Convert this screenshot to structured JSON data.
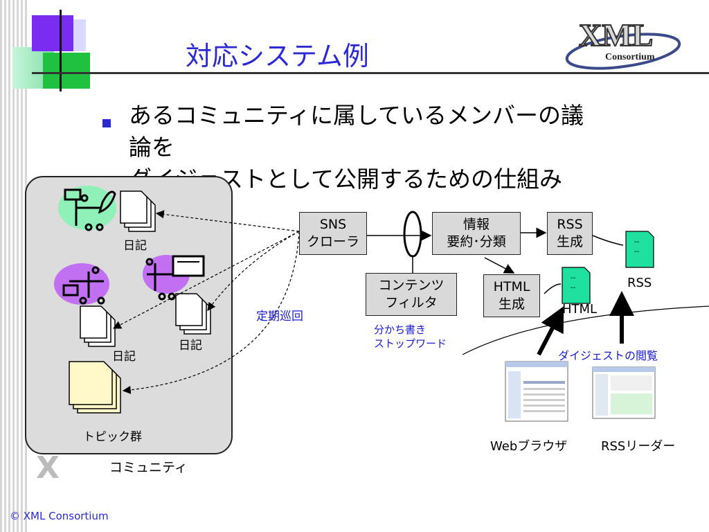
{
  "slide": {
    "title": "対応システム例",
    "bullet_line1": "あるコミュニティに属しているメンバーの議",
    "bullet_line2": "論を",
    "bullet_line3": "ダイジェストとして公開するための仕組み",
    "copyright": "© XML Consortium"
  },
  "logo": {
    "text_main": "XML",
    "text_sub": "Consortium"
  },
  "diagram": {
    "community_label": "コミュニティ",
    "diary_label_1": "日記",
    "diary_label_2": "日記",
    "diary_label_3": "日記",
    "topic_label": "トピック群",
    "patrol_label": "定期巡回",
    "sns_line1": "SNS",
    "sns_line2": "クローラ",
    "filter_line1": "コンテンツ",
    "filter_line2": "フィルタ",
    "filter_note_line1": "分かち書き",
    "filter_note_line2": "ストップワード",
    "info_line1": "情報",
    "info_line2": "要約･分類",
    "rss_gen_line1": "RSS",
    "rss_gen_line2": "生成",
    "html_gen_line1": "HTML",
    "html_gen_line2": "生成",
    "rss_doc_label": "RSS",
    "html_doc_label": "HTML",
    "digest_label": "ダイジェストの閲覧",
    "browser_label": "Webブラウザ",
    "reader_label": "RSSリーダー"
  },
  "colors": {
    "title_blue": "#2a2ad0",
    "mint_person": "#8ff0b8",
    "purple_person": "#c070f0",
    "topic_yellow": "#fff8c8",
    "doc_teal": "#20e0a0"
  }
}
